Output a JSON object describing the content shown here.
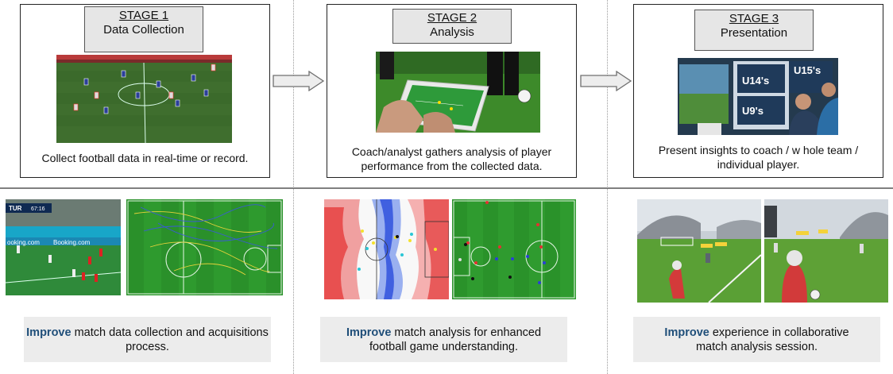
{
  "stages": [
    {
      "title": "STAGE 1",
      "subtitle": "Data Collection",
      "description": "Collect football data in real-time or record."
    },
    {
      "title": "STAGE 2",
      "subtitle": "Analysis",
      "description": "Coach/analyst gathers analysis of player performance from the collected data."
    },
    {
      "title": "STAGE 3",
      "subtitle": "Presentation",
      "description": "Present insights to coach / w hole team / individual player."
    }
  ],
  "thumbnails": {
    "broadcast_overlay": "TUR",
    "broadcast_time": "67:16",
    "ad_text": "Booking.com",
    "ad_text_2": "ooking.com",
    "training_labels": [
      "U14's",
      "U15's",
      "U9's"
    ]
  },
  "improvements": [
    {
      "keyword": "Improve",
      "rest": " match data collection and acquisitions process."
    },
    {
      "keyword": "Improve",
      "rest": " match analysis for enhanced football game understanding."
    },
    {
      "keyword": "Improve",
      "rest": " experience in collaborative match analysis session."
    }
  ],
  "colors": {
    "accent": "#1f4e79",
    "label_bg": "#e6e6e6",
    "improve_bg": "#ececec",
    "pitch": "#2f9a2f"
  }
}
